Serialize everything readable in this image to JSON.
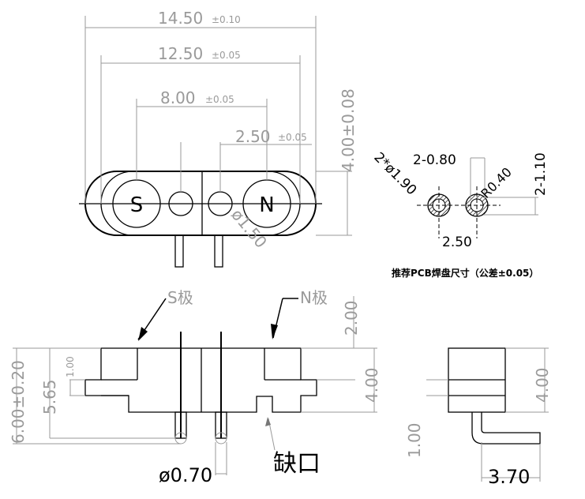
{
  "top_view": {
    "dim_total_width": "14.50",
    "dim_total_width_tol": "±0.10",
    "dim_inner_width": "12.50",
    "dim_inner_width_tol": "±0.05",
    "dim_pole_spacing": "8.00",
    "dim_pole_spacing_tol": "±0.05",
    "dim_pin_to_pole": "2.50",
    "dim_pin_to_pole_tol": "±0.05",
    "dim_height": "4.00±0.08",
    "dim_hole": "ø1.50",
    "pole_s": "S",
    "pole_n": "N"
  },
  "pad_view": {
    "dim_pad_diameter": "2*ø1.90",
    "dim_hole": "2-0.80",
    "dim_radius": "R0.40",
    "dim_slot": "2-1.10",
    "dim_spacing": "2.50",
    "caption": "推荐PCB焊盘尺寸（公差±0.05）"
  },
  "front_view": {
    "label_s_pole": "S极",
    "label_n_pole": "N极",
    "label_notch": "缺口",
    "dim_total_height": "6.00±0.20",
    "dim_height_565": "5.65",
    "dim_flange": "1.00",
    "dim_pin_len": "2.00",
    "dim_body": "4.00",
    "dim_pin_dia": "ø0.70"
  },
  "side_view": {
    "dim_body": "4.00",
    "dim_pin": "1.00",
    "dim_width": "3.70"
  }
}
